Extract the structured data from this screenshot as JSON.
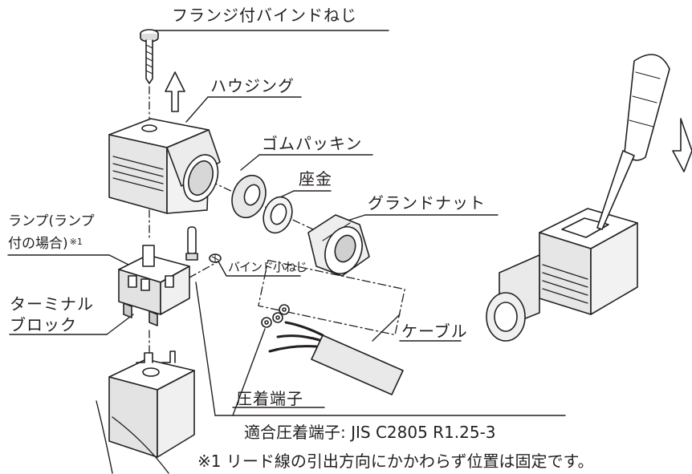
{
  "labels": {
    "flange_screw": "フランジ付バインドねじ",
    "housing": "ハウジング",
    "rubber_packing": "ゴムパッキン",
    "washer": "座金",
    "gland_nut": "グランドナット",
    "lamp_line1": "ランプ(ランプ",
    "lamp_line2": "付の場合)",
    "lamp_ref": "※1",
    "bind_screw": "バインド小ねじ",
    "terminal_block_line1": "ターミナル",
    "terminal_block_line2": "ブロック",
    "cable": "ケーブル",
    "crimp_terminal": "圧着端子",
    "crimp_spec": "適合圧着端子: JIS C2805 R1.25-3",
    "footnote": "※1 リード線の引出方向にかかわらず位置は固定です。"
  },
  "icons": [
    "arrow-up-icon",
    "arrow-down-icon",
    "screwdriver-icon"
  ]
}
